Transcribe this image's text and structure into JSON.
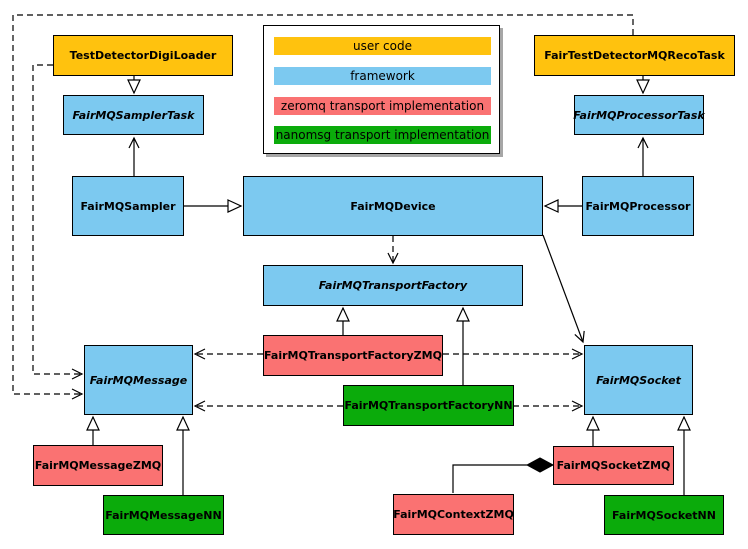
{
  "colors": {
    "user_code": "#FFC20E",
    "framework": "#7CC9F0",
    "zeromq": "#FA7272",
    "nanomsg": "#0BAB0B",
    "line": "#000000"
  },
  "legend": {
    "items": [
      {
        "label": "user code",
        "category": "user_code"
      },
      {
        "label": "framework",
        "category": "framework"
      },
      {
        "label": "zeromq transport implementation",
        "category": "zeromq"
      },
      {
        "label": "nanomsg transport implementation",
        "category": "nanomsg"
      }
    ]
  },
  "nodes": {
    "loader": {
      "label": "TestDetectorDigiLoader",
      "category": "user_code",
      "abstract": false
    },
    "reco_task": {
      "label": "FairTestDetectorMQRecoTask",
      "category": "user_code",
      "abstract": false
    },
    "sampler_task": {
      "label": "FairMQSamplerTask",
      "category": "framework",
      "abstract": true
    },
    "processor_task": {
      "label": "FairMQProcessorTask",
      "category": "framework",
      "abstract": true
    },
    "sampler": {
      "label": "FairMQSampler",
      "category": "framework",
      "abstract": false
    },
    "device": {
      "label": "FairMQDevice",
      "category": "framework",
      "abstract": false
    },
    "processor": {
      "label": "FairMQProcessor",
      "category": "framework",
      "abstract": false
    },
    "transport_factory": {
      "label": "FairMQTransportFactory",
      "category": "framework",
      "abstract": true
    },
    "tf_zmq": {
      "label": "FairMQTransportFactoryZMQ",
      "category": "zeromq",
      "abstract": false
    },
    "tf_nn": {
      "label": "FairMQTransportFactoryNN",
      "category": "nanomsg",
      "abstract": false
    },
    "message": {
      "label": "FairMQMessage",
      "category": "framework",
      "abstract": true
    },
    "socket": {
      "label": "FairMQSocket",
      "category": "framework",
      "abstract": true
    },
    "message_zmq": {
      "label": "FairMQMessageZMQ",
      "category": "zeromq",
      "abstract": false
    },
    "message_nn": {
      "label": "FairMQMessageNN",
      "category": "nanomsg",
      "abstract": false
    },
    "context_zmq": {
      "label": "FairMQContextZMQ",
      "category": "zeromq",
      "abstract": false
    },
    "socket_zmq": {
      "label": "FairMQSocketZMQ",
      "category": "zeromq",
      "abstract": false
    },
    "socket_nn": {
      "label": "FairMQSocketNN",
      "category": "nanomsg",
      "abstract": false
    }
  },
  "edges": [
    {
      "from": "loader",
      "to": "sampler_task",
      "type": "inheritance",
      "style": "solid"
    },
    {
      "from": "reco_task",
      "to": "processor_task",
      "type": "inheritance",
      "style": "solid"
    },
    {
      "from": "sampler",
      "to": "device",
      "type": "inheritance",
      "style": "solid"
    },
    {
      "from": "processor",
      "to": "device",
      "type": "inheritance",
      "style": "solid"
    },
    {
      "from": "tf_zmq",
      "to": "transport_factory",
      "type": "inheritance",
      "style": "solid"
    },
    {
      "from": "tf_nn",
      "to": "transport_factory",
      "type": "inheritance",
      "style": "solid"
    },
    {
      "from": "message_zmq",
      "to": "message",
      "type": "inheritance",
      "style": "solid"
    },
    {
      "from": "message_nn",
      "to": "message",
      "type": "inheritance",
      "style": "solid"
    },
    {
      "from": "socket_zmq",
      "to": "socket",
      "type": "inheritance",
      "style": "solid"
    },
    {
      "from": "socket_nn",
      "to": "socket",
      "type": "inheritance",
      "style": "solid"
    },
    {
      "from": "sampler",
      "to": "sampler_task",
      "type": "association",
      "style": "solid"
    },
    {
      "from": "processor",
      "to": "processor_task",
      "type": "association",
      "style": "solid"
    },
    {
      "from": "device",
      "to": "socket",
      "type": "association",
      "style": "solid"
    },
    {
      "from": "device",
      "to": "transport_factory",
      "type": "dependency",
      "style": "dashed"
    },
    {
      "from": "tf_zmq",
      "to": "message",
      "type": "dependency",
      "style": "dashed"
    },
    {
      "from": "tf_nn",
      "to": "message",
      "type": "dependency",
      "style": "dashed"
    },
    {
      "from": "tf_zmq",
      "to": "socket",
      "type": "dependency",
      "style": "dashed"
    },
    {
      "from": "tf_nn",
      "to": "socket",
      "type": "dependency",
      "style": "dashed"
    },
    {
      "from": "loader",
      "to": "message",
      "type": "dependency",
      "style": "dashed"
    },
    {
      "from": "reco_task",
      "to": "message",
      "type": "dependency",
      "style": "dashed"
    },
    {
      "from": "socket_zmq",
      "to": "context_zmq",
      "type": "composition",
      "style": "solid"
    }
  ]
}
